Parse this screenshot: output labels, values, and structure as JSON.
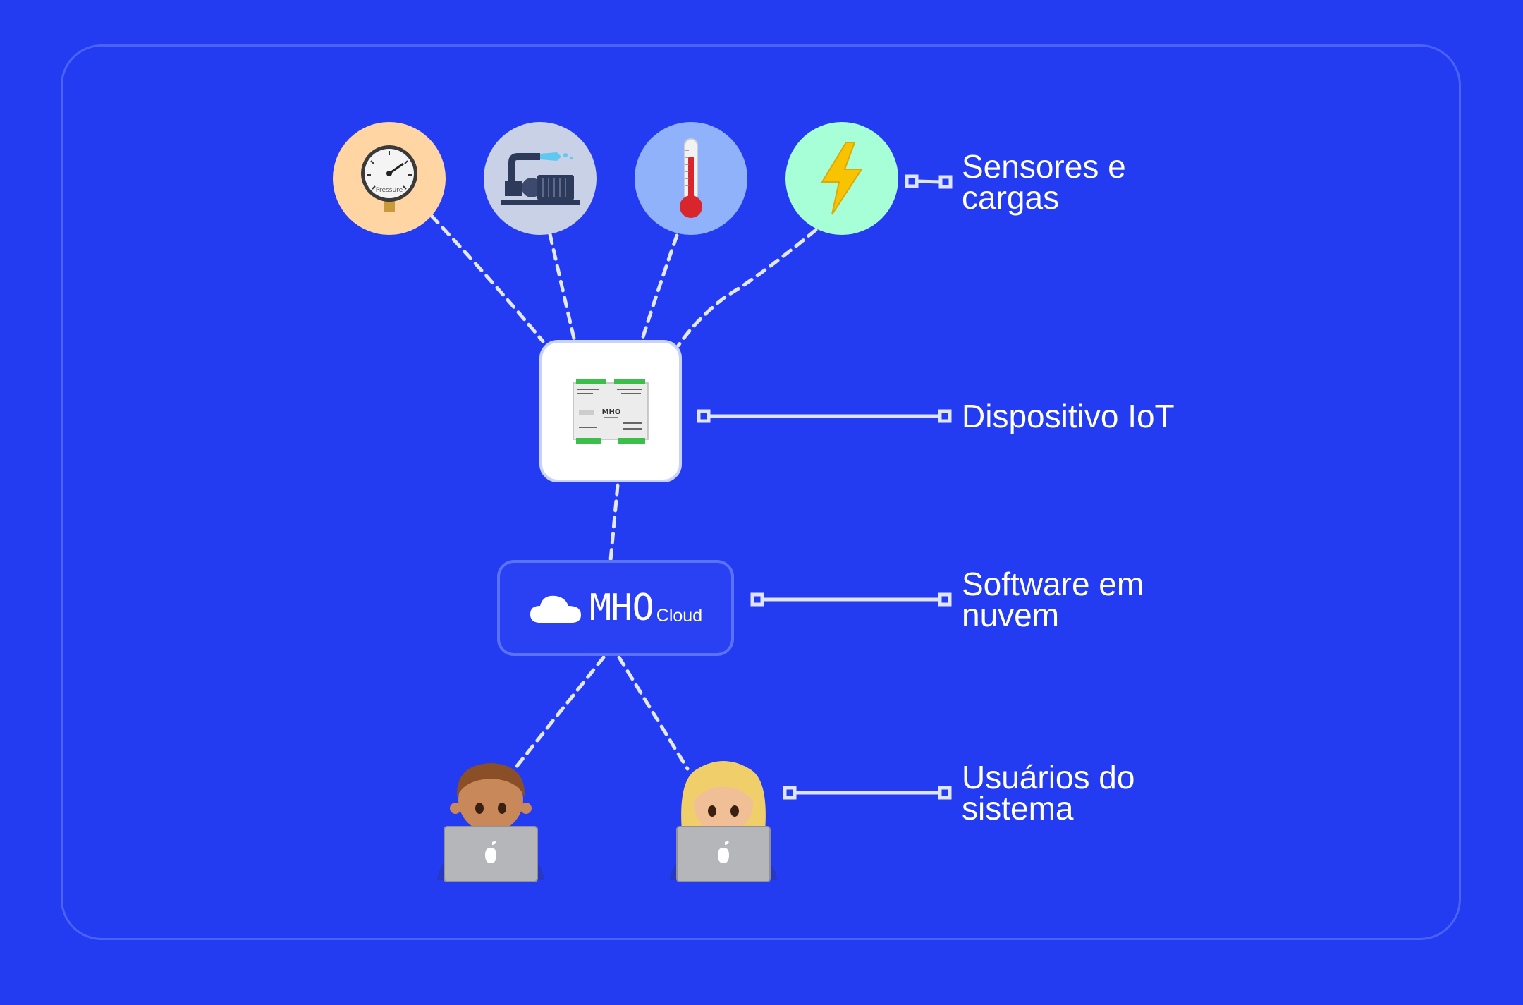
{
  "layers": [
    {
      "id": "sensors",
      "label": "Sensores e\ncargas"
    },
    {
      "id": "iot",
      "label": "Dispositivo IoT"
    },
    {
      "id": "cloud",
      "label": "Software em\nnuvem"
    },
    {
      "id": "users",
      "label": "Usuários do\nsistema"
    }
  ],
  "sensors": [
    {
      "icon": "pressure-gauge-icon",
      "color": "#ffd5a4",
      "gauge_text": "Pressure"
    },
    {
      "icon": "pump-motor-icon",
      "color": "#c9d1e6"
    },
    {
      "icon": "thermometer-icon",
      "color": "#90b2fb"
    },
    {
      "icon": "lightning-bolt-icon",
      "color": "#a6ffd6"
    }
  ],
  "device": {
    "brand": "MHO"
  },
  "cloud": {
    "brand": "MHO",
    "suffix": "Cloud"
  },
  "users": [
    {
      "icon": "man-technologist-icon"
    },
    {
      "icon": "woman-technologist-icon"
    }
  ],
  "colors": {
    "background": "#233cf1",
    "frame": "#4a62f5",
    "connector": "#dfe5ff",
    "dashed": "#dfe5ff"
  }
}
